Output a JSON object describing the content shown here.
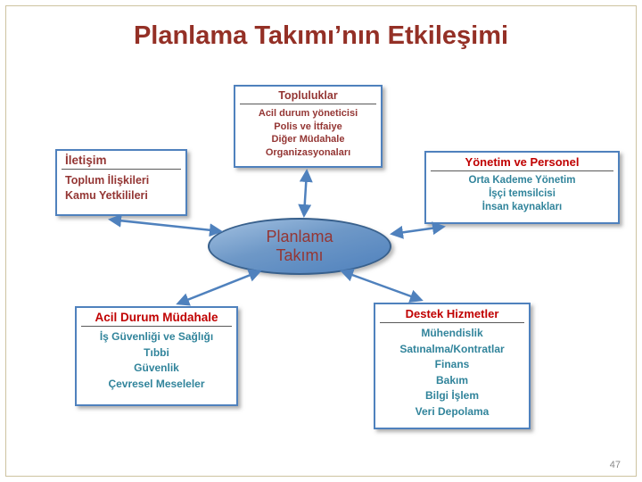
{
  "slide": {
    "title": "Planlama Takımı’nın Etkileşimi",
    "page_number": "47"
  },
  "colors": {
    "accent_blue": "#4F81BD",
    "ellipse_border": "#38608C",
    "maroon": "#943634",
    "red": "#C00000",
    "teal": "#31849B",
    "slide_border": "#CDC3A0"
  },
  "center_ellipse": {
    "line1": "Planlama",
    "line2": "Takımı"
  },
  "boxes": {
    "topluluklar": {
      "header": "Topluluklar",
      "lines": [
        "Acil durum yöneticisi",
        "Polis ve İtfaiye",
        "Diğer Müdahale Organizasyonaları"
      ]
    },
    "iletisim": {
      "header": "İletişim",
      "lines": [
        "Toplum İlişkileri",
        "Kamu Yetkilileri"
      ]
    },
    "yonetim": {
      "header": "Yönetim ve Personel",
      "lines": [
        "Orta Kademe Yönetim",
        "İşçi temsilcisi",
        "İnsan kaynakları"
      ]
    },
    "acil": {
      "header": "Acil Durum Müdahale",
      "lines": [
        "İş Güvenliği ve Sağlığı",
        "Tıbbi",
        "Güvenlik",
        "Çevresel Meseleler"
      ]
    },
    "destek": {
      "header": "Destek Hizmetler",
      "lines": [
        "Mühendislik",
        "Satınalma/Kontratlar",
        "Finans",
        "Bakım",
        "Bilgi İşlem",
        "Veri Depolama"
      ]
    }
  }
}
